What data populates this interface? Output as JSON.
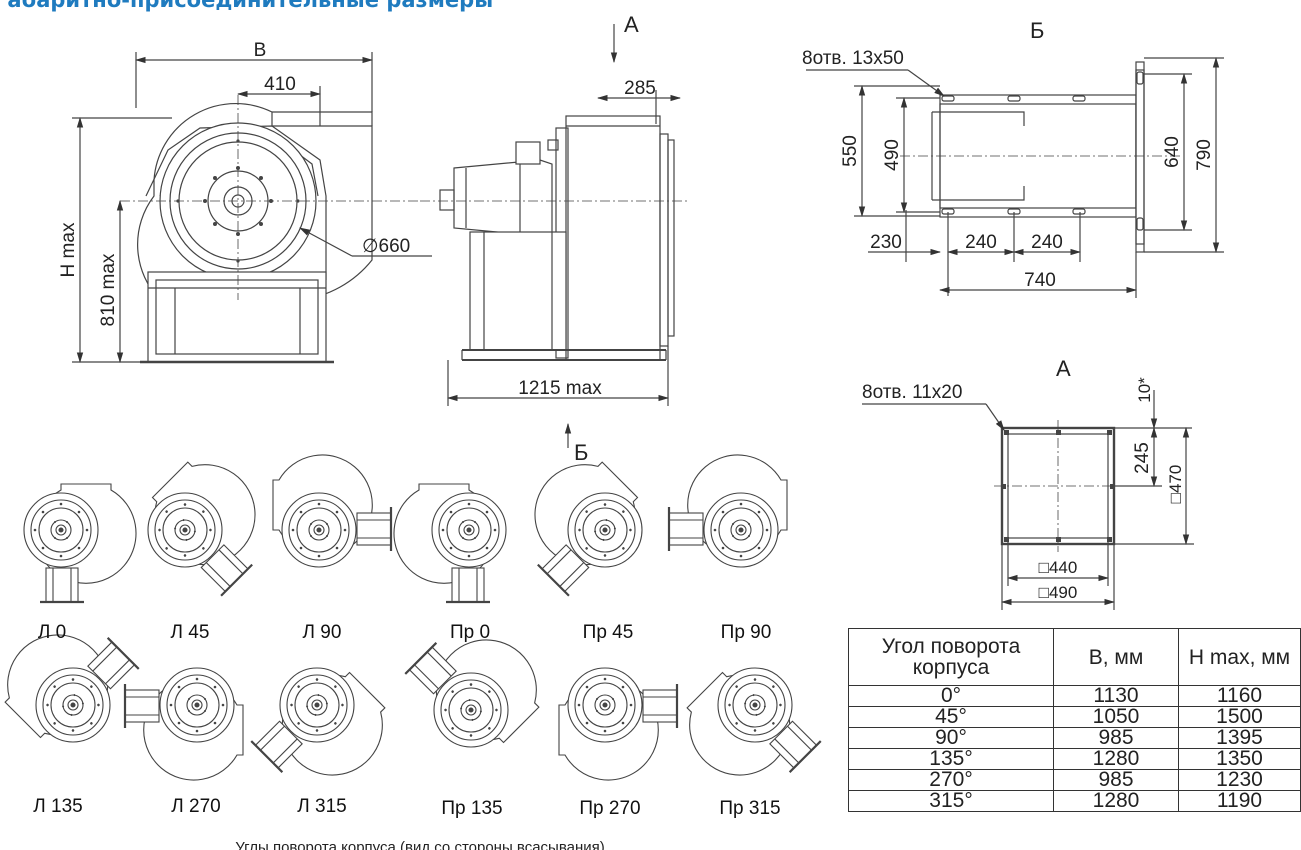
{
  "header": {
    "title": "Габаритно-присоединительные размеры"
  },
  "front_view": {
    "dim_b": "B",
    "dim_410": "410",
    "dim_hmax": "H max",
    "dim_810": "810 max",
    "dim_d660": "∅660"
  },
  "side_view": {
    "label_a": "А",
    "label_b": "Б",
    "dim_285": "285",
    "dim_1215": "1215 max"
  },
  "view_b": {
    "title": "Б",
    "holes": "8отв. 13х50",
    "dim_550": "550",
    "dim_490": "490",
    "dim_640": "640",
    "dim_790": "790",
    "dim_230": "230",
    "dim_240a": "240",
    "dim_240b": "240",
    "dim_740": "740"
  },
  "view_a": {
    "title": "А",
    "holes": "8отв. 11х20",
    "dim_10": "10*",
    "dim_245": "245",
    "dim_470": "□470",
    "dim_440": "□440",
    "dim_490": "□490"
  },
  "orientations": {
    "row1": [
      "Л 0",
      "Л 45",
      "Л 90",
      "Пр 0",
      "Пр 45",
      "Пр 90"
    ],
    "row2": [
      "Л 135",
      "Л 270",
      "Л 315",
      "Пр 135",
      "Пр 270",
      "Пр 315"
    ],
    "caption": "Углы поворота корпуса (вид со стороны всасывания)"
  },
  "spec_table": {
    "headers": [
      "Угол поворота корпуса",
      "В, мм",
      "H max, мм"
    ],
    "rows": [
      {
        "angle": "0°",
        "b": "1130",
        "h": "1160"
      },
      {
        "angle": "45°",
        "b": "1050",
        "h": "1500"
      },
      {
        "angle": "90°",
        "b": "985",
        "h": "1395"
      },
      {
        "angle": "135°",
        "b": "1280",
        "h": "1350"
      },
      {
        "angle": "270°",
        "b": "985",
        "h": "1230"
      },
      {
        "angle": "315°",
        "b": "1280",
        "h": "1190"
      }
    ]
  }
}
